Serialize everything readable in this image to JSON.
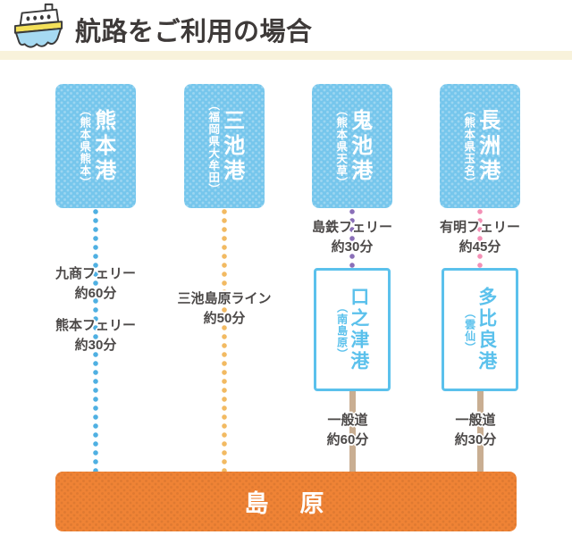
{
  "header": {
    "title": "航路をご利用の場合",
    "icon": "ship-icon"
  },
  "columns": [
    {
      "port": "熊本港",
      "port_note": "（熊本県熊本）",
      "line_color": "#4fb0e2",
      "routes": [
        {
          "name": "九商フェリー",
          "duration": "約60分"
        },
        {
          "name": "熊本フェリー",
          "duration": "約30分"
        }
      ]
    },
    {
      "port": "三池港",
      "port_note": "（福岡県大牟田）",
      "line_color": "#f2ba62",
      "routes": [
        {
          "name": "三池島原ライン",
          "duration": "約50分"
        }
      ]
    },
    {
      "port": "鬼池港",
      "port_note": "（熊本県天草）",
      "line_color": "#8a6fb8",
      "routes": [
        {
          "name": "島鉄フェリー",
          "duration": "約30分"
        }
      ],
      "via_port": "口之津港",
      "via_note": "（南島原）",
      "road": {
        "name": "一般道",
        "duration": "約60分"
      }
    },
    {
      "port": "長洲港",
      "port_note": "（熊本県玉名）",
      "line_color": "#f391b6",
      "routes": [
        {
          "name": "有明フェリー",
          "duration": "約45分"
        }
      ],
      "via_port": "多比良港",
      "via_note": "（雲仙）",
      "road": {
        "name": "一般道",
        "duration": "約30分"
      }
    }
  ],
  "destination": {
    "label": "島　原"
  },
  "colors": {
    "port_box": "#76c6ec",
    "via_border": "#5bc1ec",
    "road_line": "#c9ae92",
    "destination_bar": "#ef8335",
    "divider": "#f8f2db",
    "title_text": "#3e3a39",
    "label_text": "#4c4948",
    "line_kumamoto": "#4fb0e2",
    "line_miike": "#f2ba62",
    "line_oniike": "#8a6fb8",
    "line_nagasu": "#f391b6"
  }
}
